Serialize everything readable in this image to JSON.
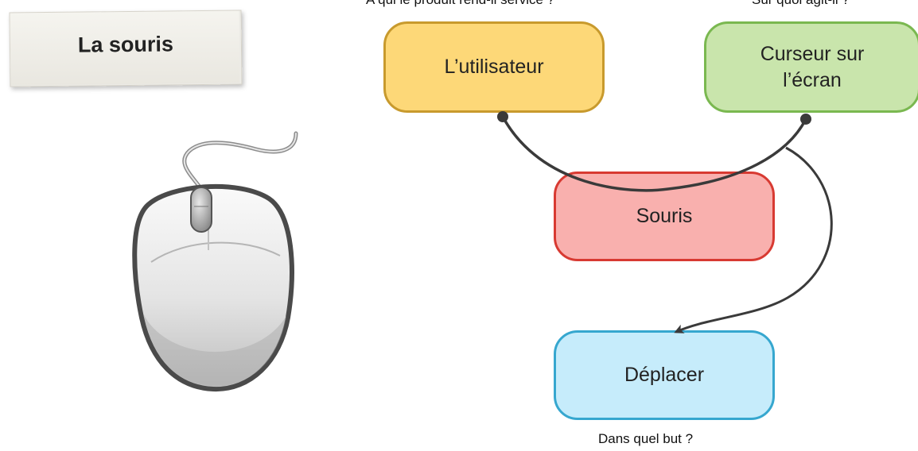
{
  "title": "La souris",
  "questions": {
    "top_left": "A qui le produit rend-il service ?",
    "top_right": "Sur quoi agit-il ?",
    "bottom": "Dans quel but ?"
  },
  "boxes": {
    "user": "L’utilisateur",
    "cursor": "Curseur sur\nl’écran",
    "product": "Souris",
    "purpose": "Déplacer"
  },
  "colors": {
    "user_fill": "#fdd878",
    "user_border": "#c89a2d",
    "cursor_fill": "#c9e5ac",
    "cursor_border": "#7ab850",
    "product_fill": "#f9b0ae",
    "product_border": "#d83a32",
    "purpose_fill": "#c6ecfb",
    "purpose_border": "#36a7cf"
  },
  "icons": [
    "computer-mouse-illustration",
    "connector-dot",
    "arrowhead"
  ]
}
